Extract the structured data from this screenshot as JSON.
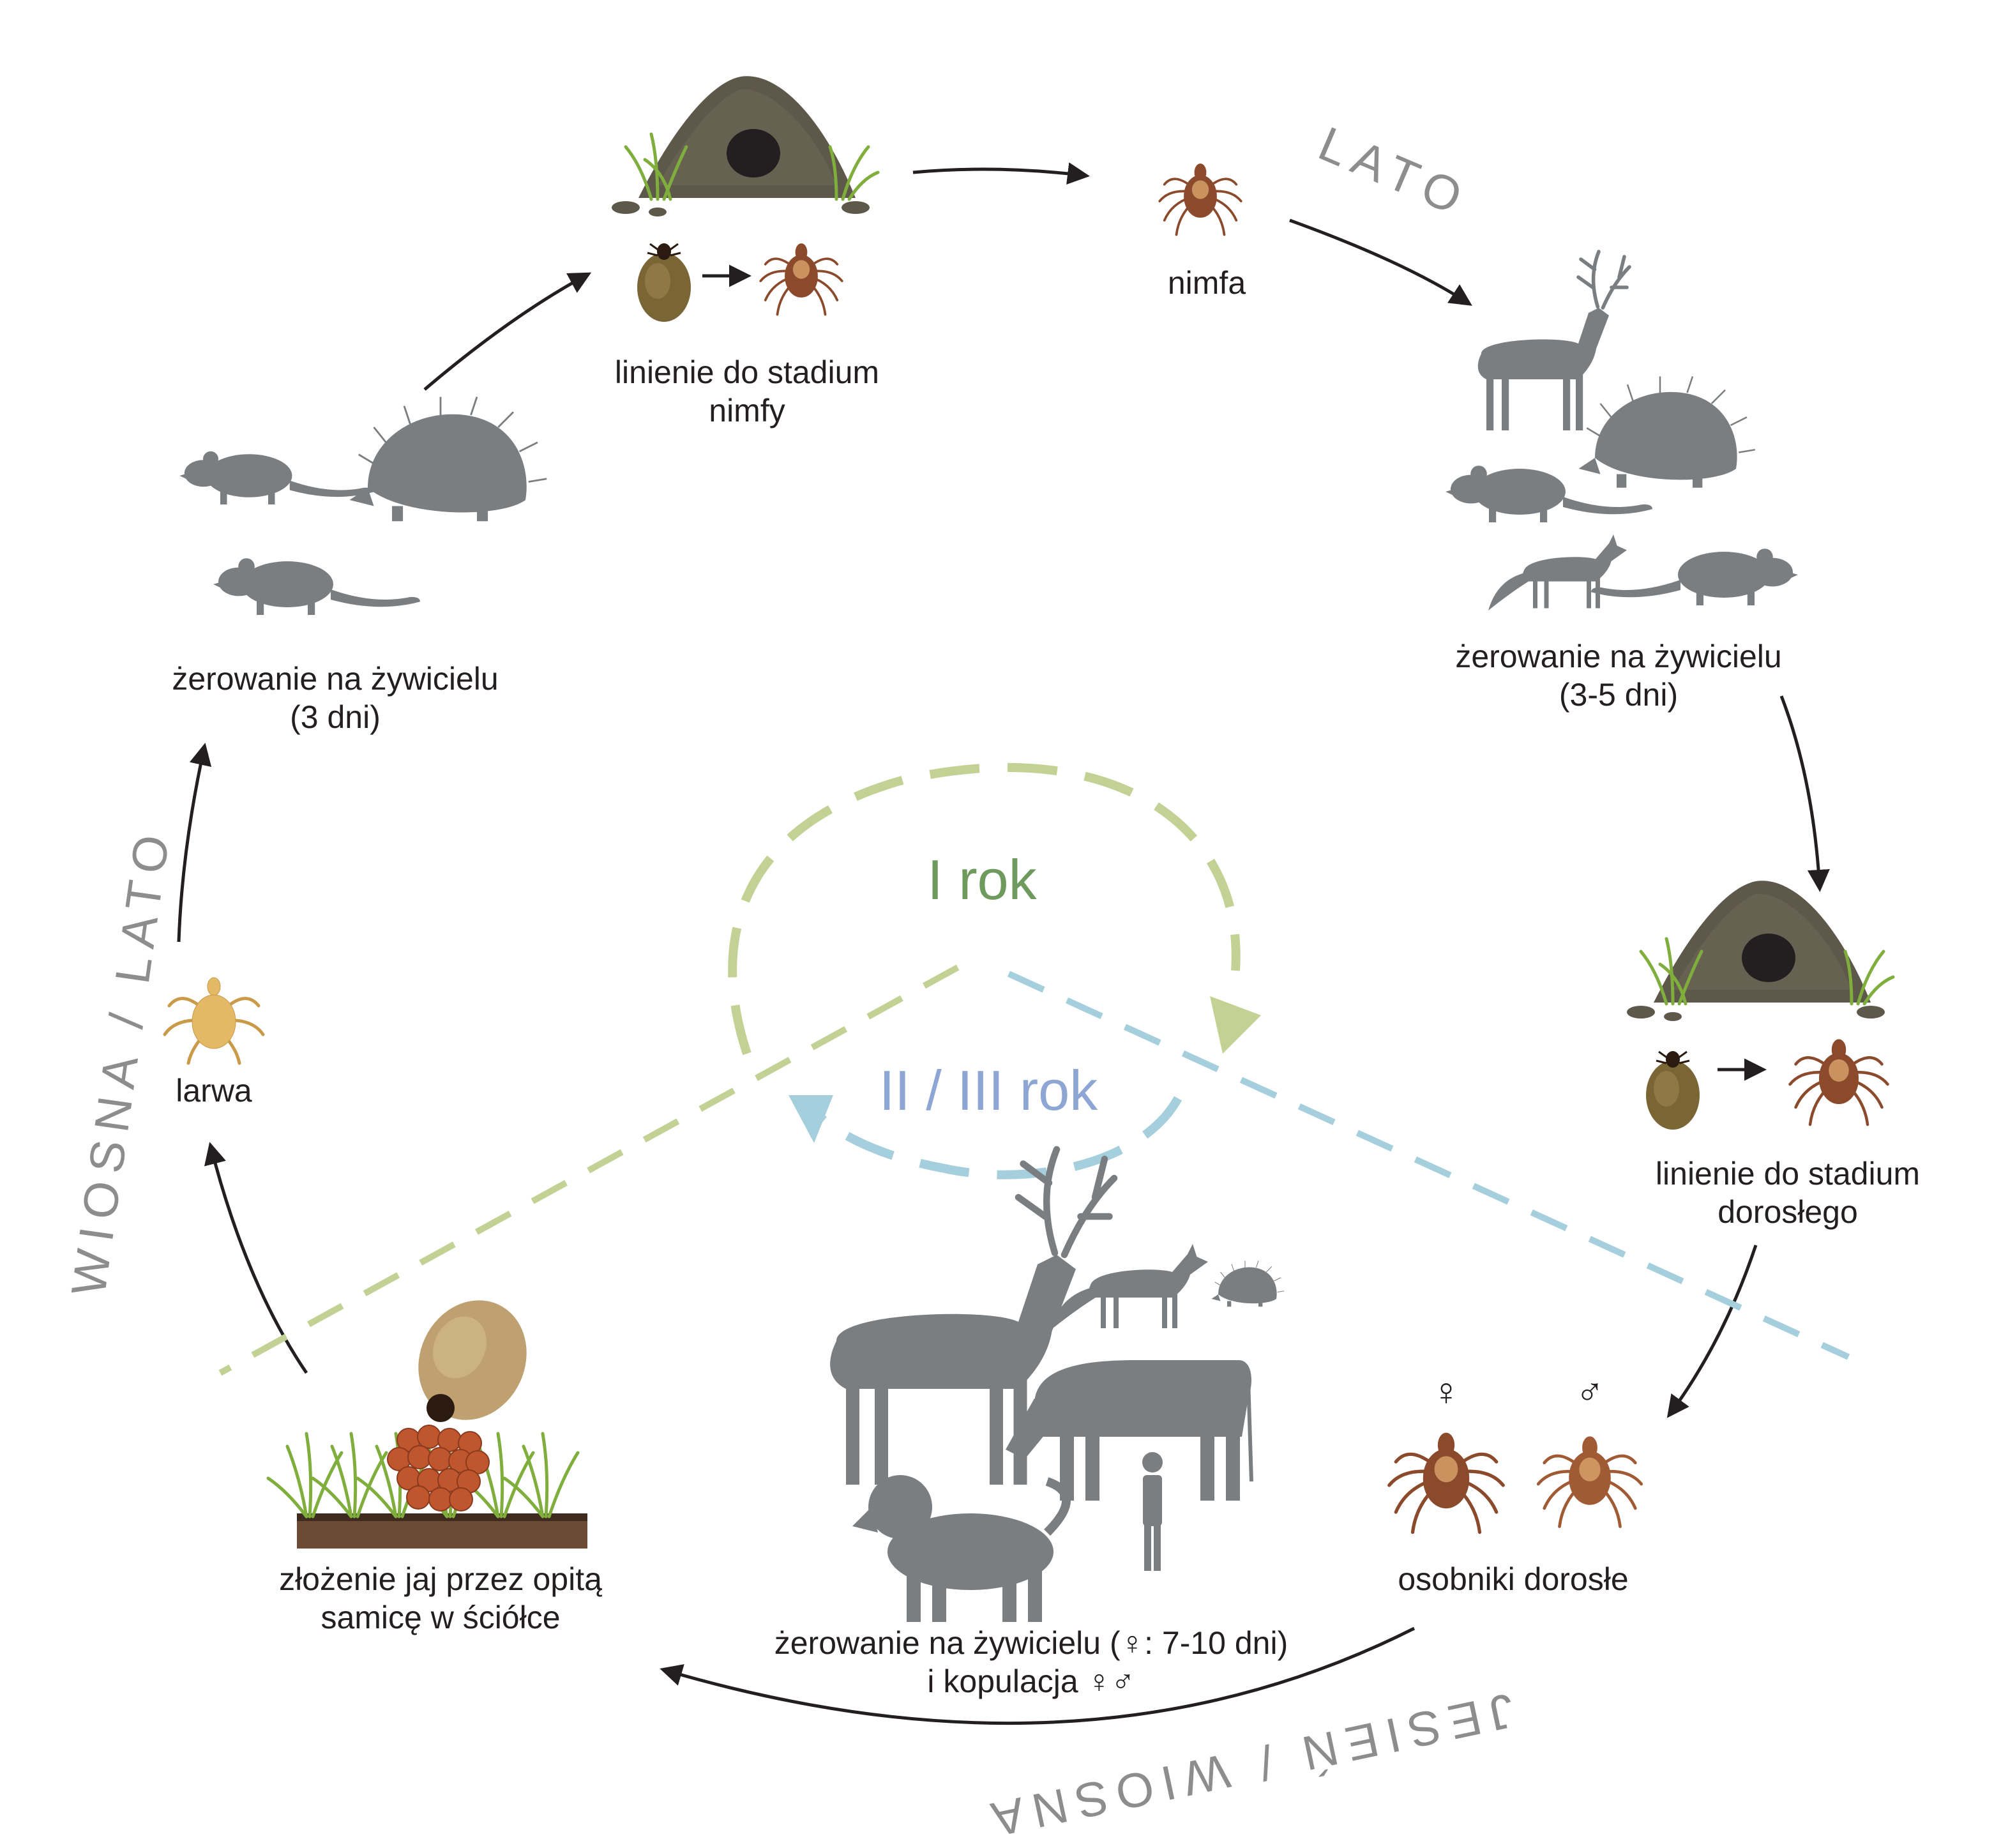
{
  "diagram": {
    "title": "Cykl życiowy kleszcza",
    "stages": {
      "molt_nymph": [
        "linienie do stadium",
        "nimfy"
      ],
      "nymph": "nimfa",
      "host_nymph": [
        "żerowanie na żywicielu",
        "(3-5 dni)"
      ],
      "molt_adult": [
        "linienie do stadium",
        "dorosłego"
      ],
      "adults": "osobniki dorosłe",
      "host_adult": [
        "żerowanie na żywicielu (♀: 7-10 dni)",
        "i kopulacja ♀♂"
      ],
      "eggs": [
        "złożenie jaj przez opitą",
        "samicę w ściółce"
      ],
      "larva": "larwa",
      "host_larva": [
        "żerowanie na żywicielu",
        "(3 dni)"
      ]
    },
    "sex_symbols": {
      "female": "♀",
      "male": "♂"
    },
    "seasons": {
      "summer": "LATO",
      "spring_summer": "WIOSNA / LATO",
      "autumn_spring": "JESIEŃ / WIOSNA"
    },
    "years": {
      "first": "I rok",
      "second_third": "II / III rok"
    },
    "colors": {
      "first_year": "#6f9a5e",
      "first_year_dash": "#c3d195",
      "second_year": "#8ea6d4",
      "second_year_dash": "#a6cfdd",
      "silhouette": "#7b7e80",
      "tick_brown": "#8b4a2b",
      "larva_yellow": "#e3b866"
    },
    "icons": {
      "burrow": "burrow-icon",
      "tick": "tick-icon",
      "engorged_tick": "engorged-tick-icon",
      "deer": "deer-icon",
      "hedgehog": "hedgehog-icon",
      "mouse": "mouse-icon",
      "fox": "fox-icon",
      "cow": "cow-icon",
      "dog": "dog-icon",
      "human": "human-icon",
      "egg_mass": "egg-mass-icon",
      "grass": "grass-icon"
    }
  }
}
